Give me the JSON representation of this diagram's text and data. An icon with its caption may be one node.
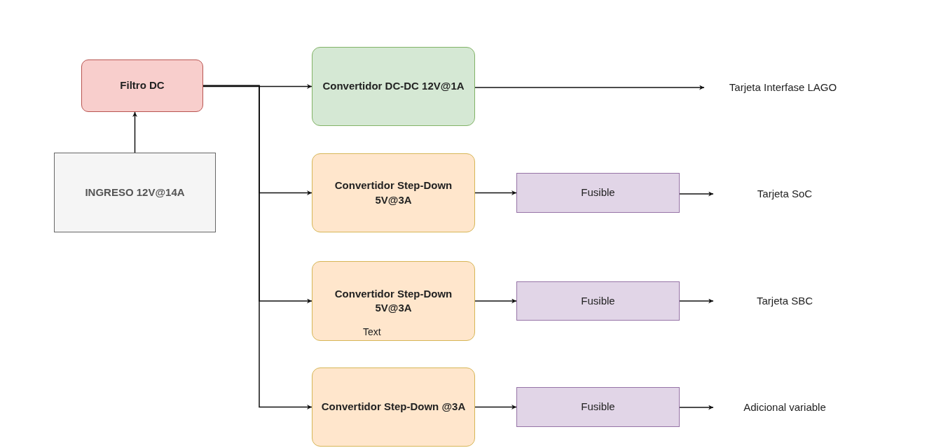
{
  "diagram": {
    "nodes": [
      {
        "text": [
          "Filtro DC"
        ]
      },
      {
        "text": [
          "Convertidor DC-DC 12V@1A"
        ]
      },
      {
        "text": [
          "Tarjeta Interfase LAGO"
        ]
      },
      {
        "text": [
          "INGRESO 12V@14A"
        ]
      },
      {
        "text": [
          "Convertidor Step-Down 5V@3A"
        ]
      },
      {
        "text": [
          "Fusible"
        ]
      },
      {
        "text": [
          "Tarjeta SoC"
        ]
      },
      {
        "text": [
          "Convertidor Step-Down 5V@3A",
          "Text"
        ]
      },
      {
        "text": [
          "Fusible"
        ]
      },
      {
        "text": [
          "Tarjeta SBC"
        ]
      },
      {
        "text": [
          "Convertidor Step-Down @3A"
        ]
      },
      {
        "text": [
          "Fusible"
        ]
      },
      {
        "text": [
          "Adicional variable"
        ]
      }
    ],
    "edges": [
      {
        "from": 3,
        "to": 0,
        "arrow": "to"
      },
      {
        "from": 0,
        "to": 1,
        "arrow": "to"
      },
      {
        "from": 0,
        "to": 4,
        "arrow": "to"
      },
      {
        "from": 0,
        "to": 7,
        "arrow": "to"
      },
      {
        "from": 0,
        "to": 10,
        "arrow": "to"
      },
      {
        "from": 1,
        "to": 2,
        "arrow": "to"
      },
      {
        "from": 4,
        "to": 5,
        "arrow": "to"
      },
      {
        "from": 5,
        "to": 6,
        "arrow": "to"
      },
      {
        "from": 7,
        "to": 8,
        "arrow": "to"
      },
      {
        "from": 8,
        "to": 9,
        "arrow": "to"
      },
      {
        "from": 10,
        "to": 11,
        "arrow": "to"
      },
      {
        "from": 11,
        "to": 12,
        "arrow": "to"
      }
    ]
  }
}
